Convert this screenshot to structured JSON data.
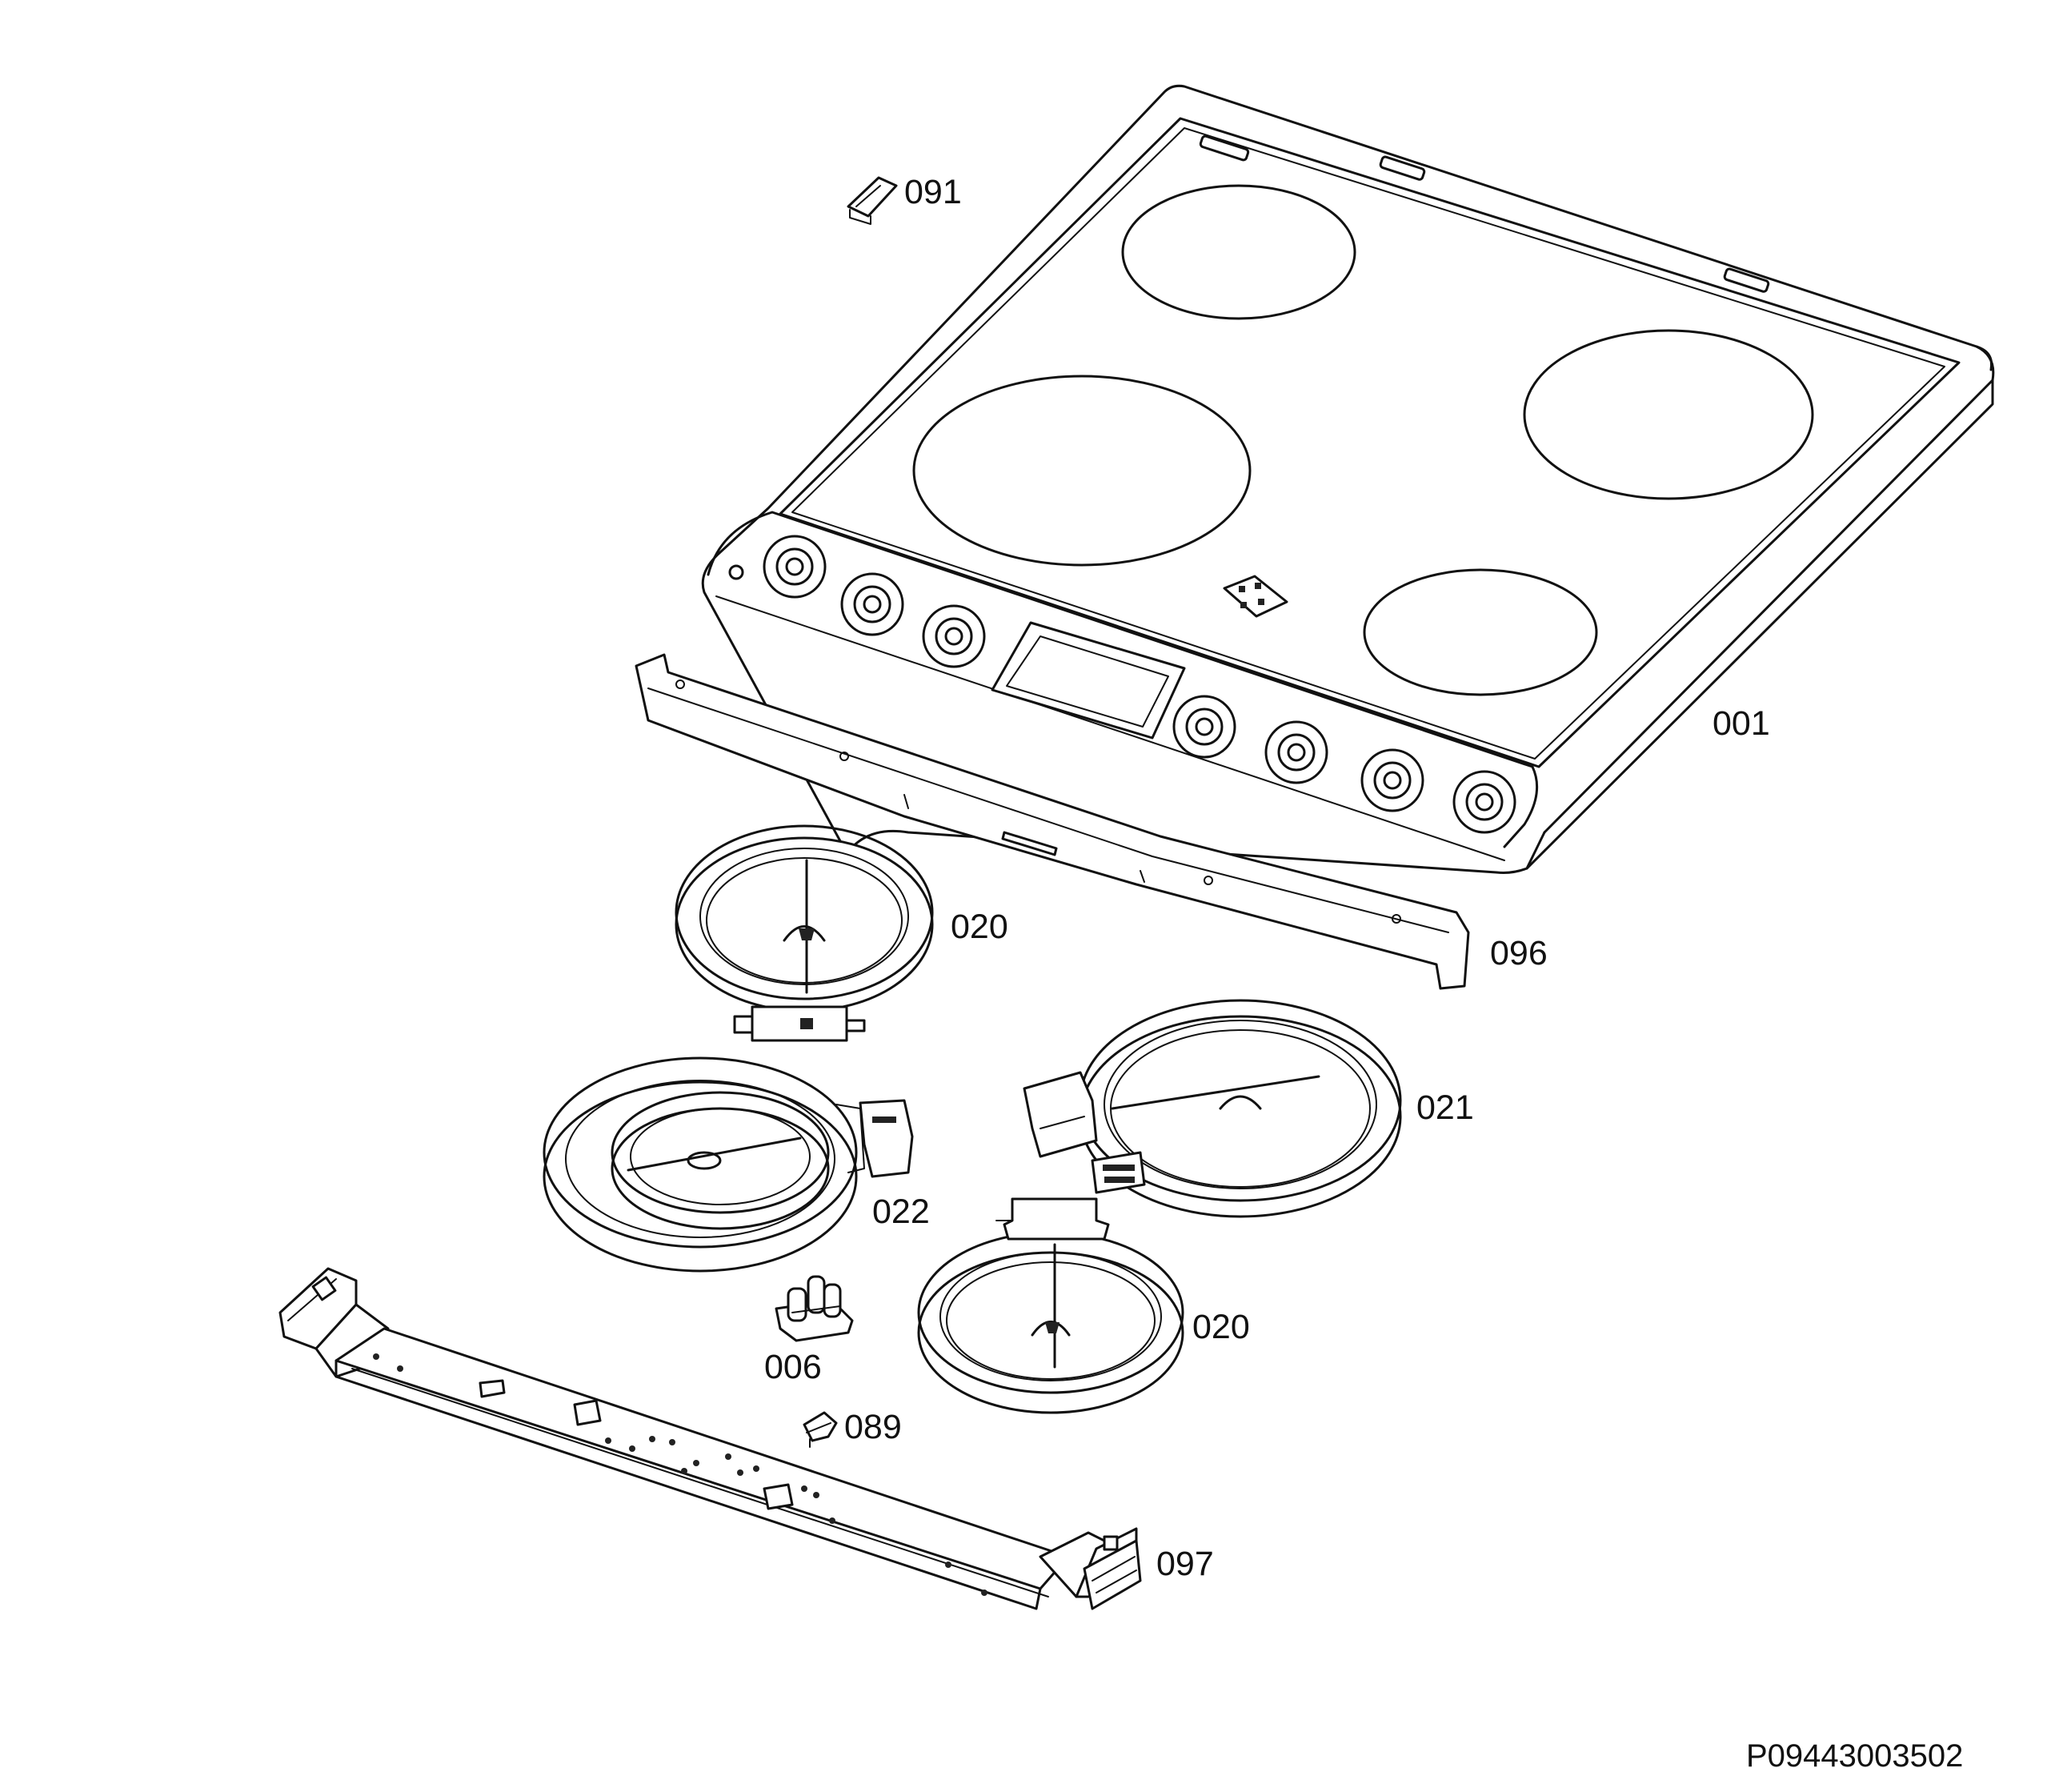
{
  "diagram": {
    "parts": [
      {
        "id": "001",
        "label": "001",
        "name": "cooktop glass panel"
      },
      {
        "id": "091",
        "label": "091",
        "name": "clip"
      },
      {
        "id": "096",
        "label": "096",
        "name": "front trim strip"
      },
      {
        "id": "020a",
        "label": "020",
        "name": "radiant heating element"
      },
      {
        "id": "021",
        "label": "021",
        "name": "radiant heating element"
      },
      {
        "id": "022",
        "label": "022",
        "name": "dual radiant heating element"
      },
      {
        "id": "020b",
        "label": "020",
        "name": "radiant heating element"
      },
      {
        "id": "006",
        "label": "006",
        "name": "terminal block"
      },
      {
        "id": "089",
        "label": "089",
        "name": "clip"
      },
      {
        "id": "097",
        "label": "097",
        "name": "mounting rail"
      }
    ],
    "reference_code": "P09443003502"
  }
}
